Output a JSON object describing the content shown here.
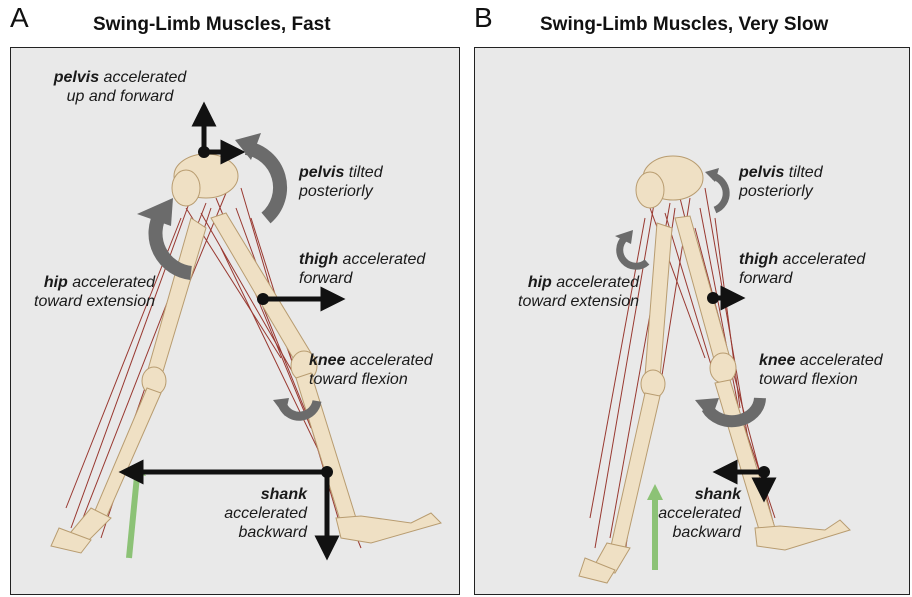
{
  "panels": [
    {
      "letter": "A",
      "title": "Swing-Limb Muscles, Fast",
      "labels": {
        "pelvis_acc": {
          "bold": "pelvis",
          "line1": " accelerated",
          "line2": "up and forward"
        },
        "pelvis_tilt": {
          "bold": "pelvis",
          "line1": " tilted",
          "line2": "posteriorly"
        },
        "thigh": {
          "bold": "thigh",
          "line1": " accelerated",
          "line2": "forward"
        },
        "hip": {
          "bold": "hip",
          "line1": " accelerated",
          "line2": "toward extension"
        },
        "knee": {
          "bold": "knee",
          "line1": " accelerated",
          "line2": "toward flexion"
        },
        "shank": {
          "bold": "shank",
          "line1": "accelerated",
          "line2": "backward"
        }
      }
    },
    {
      "letter": "B",
      "title": "Swing-Limb Muscles, Very Slow",
      "labels": {
        "pelvis_tilt": {
          "bold": "pelvis",
          "line1": " tilted",
          "line2": "posteriorly"
        },
        "thigh": {
          "bold": "thigh",
          "line1": " accelerated",
          "line2": "forward"
        },
        "hip": {
          "bold": "hip",
          "line1": " accelerated",
          "line2": "toward extension"
        },
        "knee": {
          "bold": "knee",
          "line1": " accelerated",
          "line2": "toward flexion"
        },
        "shank": {
          "bold": "shank",
          "line1": "accelerated",
          "line2": "backward"
        }
      }
    }
  ],
  "colors": {
    "panel_bg": "#e9e9e9",
    "bone": "#efe0c4",
    "muscle": "#8b1a10",
    "arrow": "#111111",
    "curved_arrow": "#6b6b6b",
    "grf": "#8cc276"
  }
}
